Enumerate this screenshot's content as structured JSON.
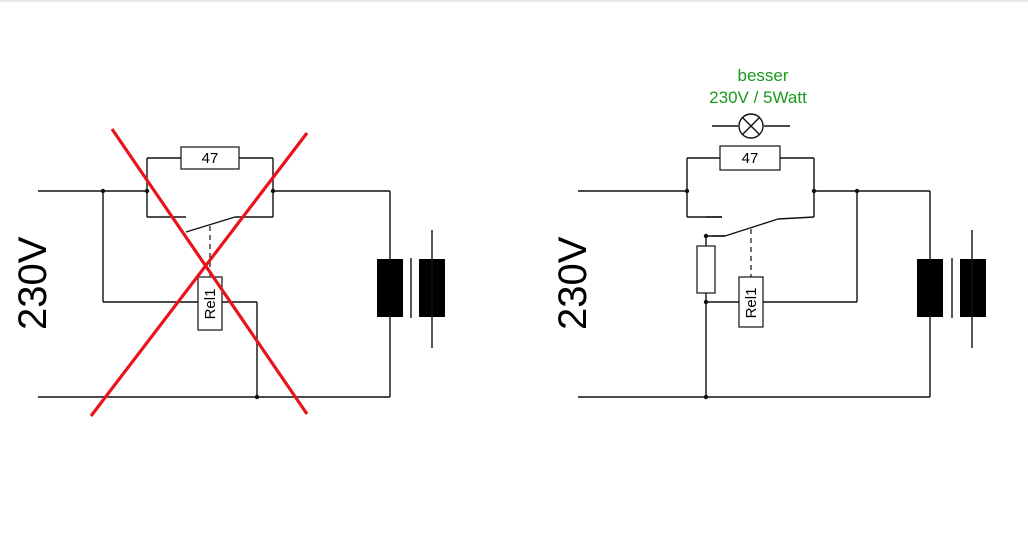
{
  "left_circuit": {
    "voltage_label": "230V",
    "resistor_label": "47",
    "relay_label": "Rel1",
    "cross_color": "#e8141c"
  },
  "right_circuit": {
    "voltage_label": "230V",
    "resistor_label": "47",
    "relay_label": "Rel1",
    "note_line1": "besser",
    "note_line2": "230V / 5Watt",
    "note_color": "#1a9a1a",
    "lamp_icon": "lamp-icon"
  }
}
